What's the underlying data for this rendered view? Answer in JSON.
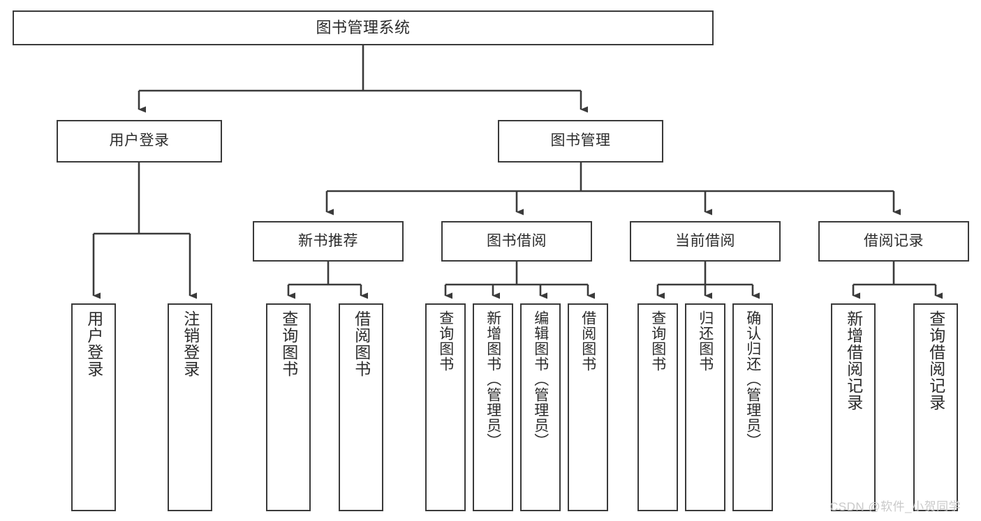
{
  "diagram": {
    "title": "图书管理系统",
    "type": "tree-hierarchy-diagram",
    "colors": {
      "box_border": "#3a3a3a",
      "box_fill": "#ffffff",
      "connector": "#3a3a3a",
      "text": "#2b2b2b",
      "watermark": "#c9c9c9",
      "background": "#ffffff"
    },
    "nodes": {
      "root": {
        "label": "图书管理系统"
      },
      "level2": [
        {
          "label": "用户登录"
        },
        {
          "label": "图书管理"
        }
      ],
      "level3": [
        {
          "label": "新书推荐"
        },
        {
          "label": "图书借阅"
        },
        {
          "label": "当前借阅"
        },
        {
          "label": "借阅记录"
        }
      ],
      "leaves": {
        "user_login": [
          {
            "label": "用户登录"
          },
          {
            "label": "注销登录"
          }
        ],
        "new_book_recommend": [
          {
            "label": "查询图书"
          },
          {
            "label": "借阅图书"
          }
        ],
        "book_borrow": [
          {
            "label": "查询图书"
          },
          {
            "label": "新增图书（管理员）"
          },
          {
            "label": "编辑图书（管理员）"
          },
          {
            "label": "借阅图书"
          }
        ],
        "current_borrow": [
          {
            "label": "查询图书"
          },
          {
            "label": "归还图书"
          },
          {
            "label": "确认归还（管理员）"
          }
        ],
        "borrow_record": [
          {
            "label": "新增借阅记录"
          },
          {
            "label": "查询借阅记录"
          }
        ]
      }
    },
    "watermark": "CSDN @软件_小贺同学"
  }
}
